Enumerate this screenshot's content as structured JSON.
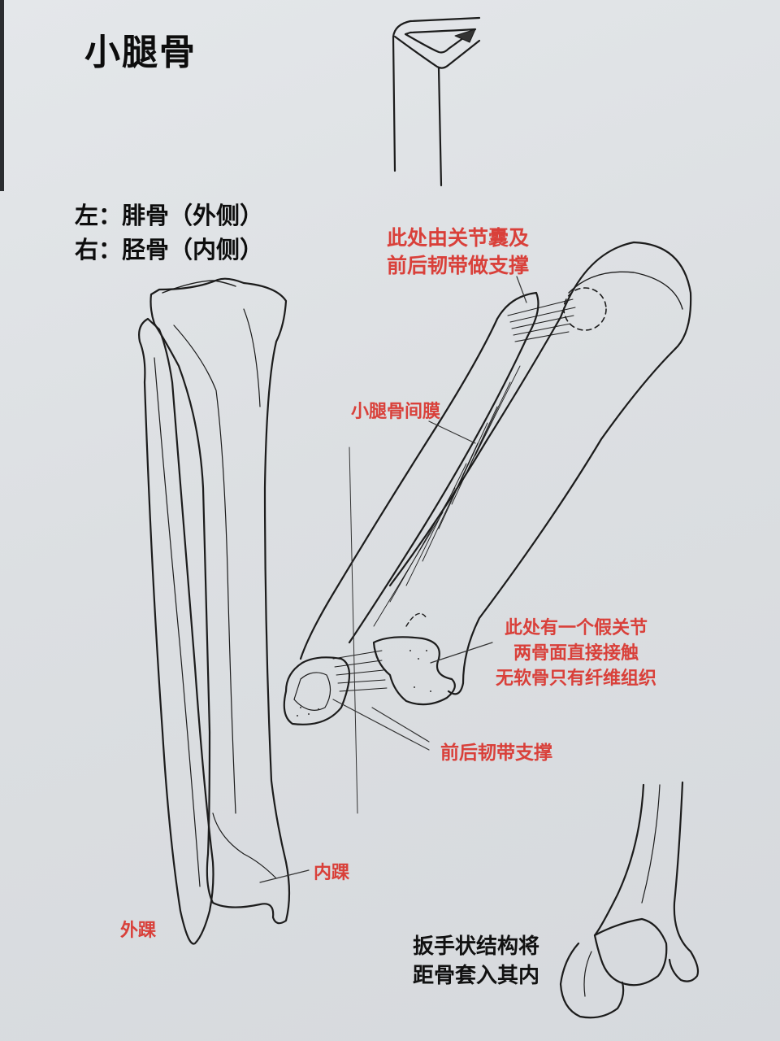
{
  "title": "小腿骨",
  "legend": {
    "left": "左：腓骨（外侧）",
    "right": "右：胫骨（内侧）"
  },
  "annotations": {
    "joint_capsule": [
      "此处由关节囊及",
      "前后韧带做支撑"
    ],
    "interosseous_membrane": "小腿骨间膜",
    "false_joint": [
      "此处有一个假关节",
      "两骨面直接接触",
      "无软骨只有纤维组织"
    ],
    "ligament_support": "前后韧带支撑",
    "medial_malleolus": "内踝",
    "lateral_malleolus": "外踝",
    "wrench_structure": [
      "扳手状结构将",
      "距骨套入其内"
    ]
  },
  "colors": {
    "annotation_red": "#d9403a",
    "text_black": "#111111",
    "paper": "#dfe2e5",
    "ink": "#1a1a1a"
  },
  "figures": [
    "tibia-fibula-front-view",
    "triangular-shaft-cross-section",
    "tibia-fibula-end-view-joints",
    "ankle-mortise-talus"
  ]
}
